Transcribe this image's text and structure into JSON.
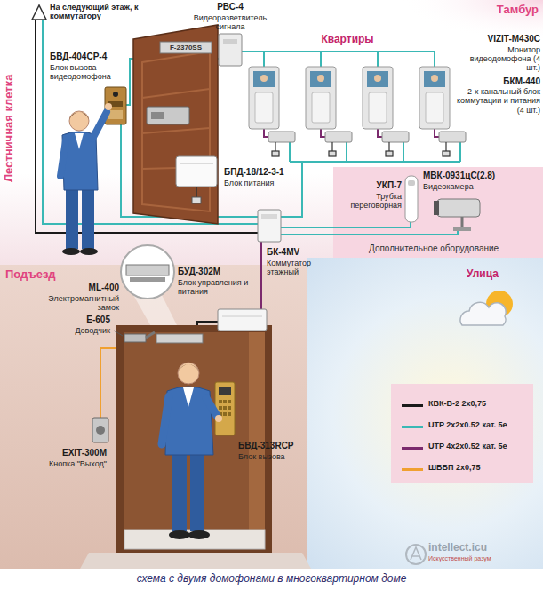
{
  "diagram": {
    "caption": "схема с двумя домофонами в многоквартирном доме",
    "nodes": [
      {
        "text": [
          "Дополнительное оборудование"
        ]
      },
      {
        "text": [
          "Подъезд"
        ]
      },
      {
        "text": [
          "Улица"
        ]
      }
    ],
    "labels": [
      "На следующий этаж, к коммутатору",
      "Тамбур",
      "РВС-4",
      "Видеоразветвитель сигнала",
      "Квартиры",
      "VIZIT-M430C",
      "Монитор видеодомофона (4 шт.)",
      "Лестничная клетка",
      "БВД-404СР-4",
      "Блок вызова видеодомофона",
      "БКМ-440",
      "2-х канальный блок коммутации и питания (4 шт.)",
      "F-2370SS",
      "БПД-18/12-3-1",
      "Блок питания",
      "УКП-7",
      "Трубка переговорная",
      "МВК-0931цС(2.8)",
      "Видеокамера",
      "БК-4MV",
      "Коммутатор этажный",
      "ML-400",
      "Электромагнитный замок",
      "БУД-302М",
      "Блок управления и питания",
      "Е-605",
      "Доводчик",
      "EXIT-300M",
      "Кнопка \"Выход\"",
      "БВД-313RCP",
      "Блок вызова",
      "intellect.icu",
      "Искусственный разум"
    ],
    "legend": [
      {
        "text": "КВК-В-2 2х0,75",
        "color": "#1a1a1a"
      },
      {
        "text": "UTP 2х2х0.52 кат. 5е",
        "color": "#3ab8b5"
      },
      {
        "text": "UTP 4х2х0.52 кат. 5е",
        "color": "#7b2a6d"
      },
      {
        "text": "ШВВП 2х0,75",
        "color": "#f0a030"
      }
    ]
  }
}
